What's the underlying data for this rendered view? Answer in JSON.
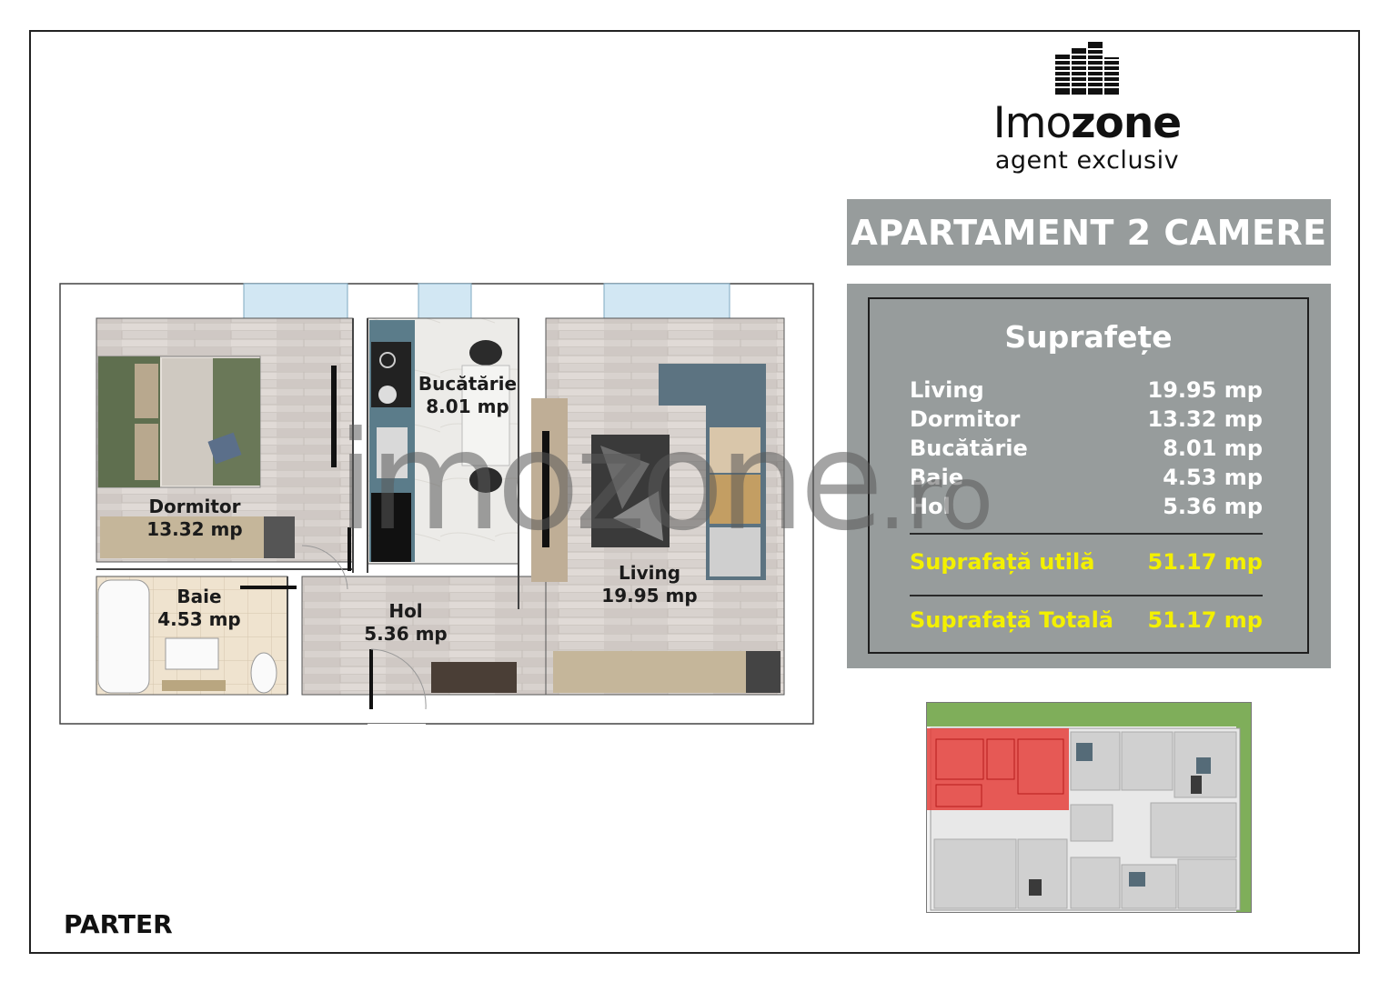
{
  "brand": {
    "name_part1": "Imo",
    "name_part2": "zone",
    "tagline": "agent exclusiv"
  },
  "title": "APARTAMENT 2 CAMERE",
  "areas": {
    "heading": "Suprafețe",
    "rows": [
      {
        "name": "Living",
        "value": "19.95 mp"
      },
      {
        "name": "Dormitor",
        "value": "13.32 mp"
      },
      {
        "name": "Bucătărie",
        "value": "8.01 mp"
      },
      {
        "name": "Baie",
        "value": "4.53 mp"
      },
      {
        "name": "Hol",
        "value": "5.36 mp"
      }
    ],
    "useful_label": "Suprafață utilă",
    "useful_value": "51.17 mp",
    "total_label": "Suprafață Totală",
    "total_value": "51.17 mp"
  },
  "plan_rooms": {
    "dormitor": {
      "name": "Dormitor",
      "area": "13.32 mp"
    },
    "bucatarie": {
      "name": "Bucătărie",
      "area": "8.01 mp"
    },
    "living": {
      "name": "Living",
      "area": "19.95 mp"
    },
    "baie": {
      "name": "Baie",
      "area": "4.53 mp"
    },
    "hol": {
      "name": "Hol",
      "area": "5.36 mp"
    }
  },
  "watermark": {
    "main": "imozone",
    "suffix": ".ro"
  },
  "level": "PARTER",
  "colors": {
    "panel_gray": "#979c9c",
    "highlight_yellow": "#f3f000",
    "site_highlight_red": "#e53935"
  }
}
